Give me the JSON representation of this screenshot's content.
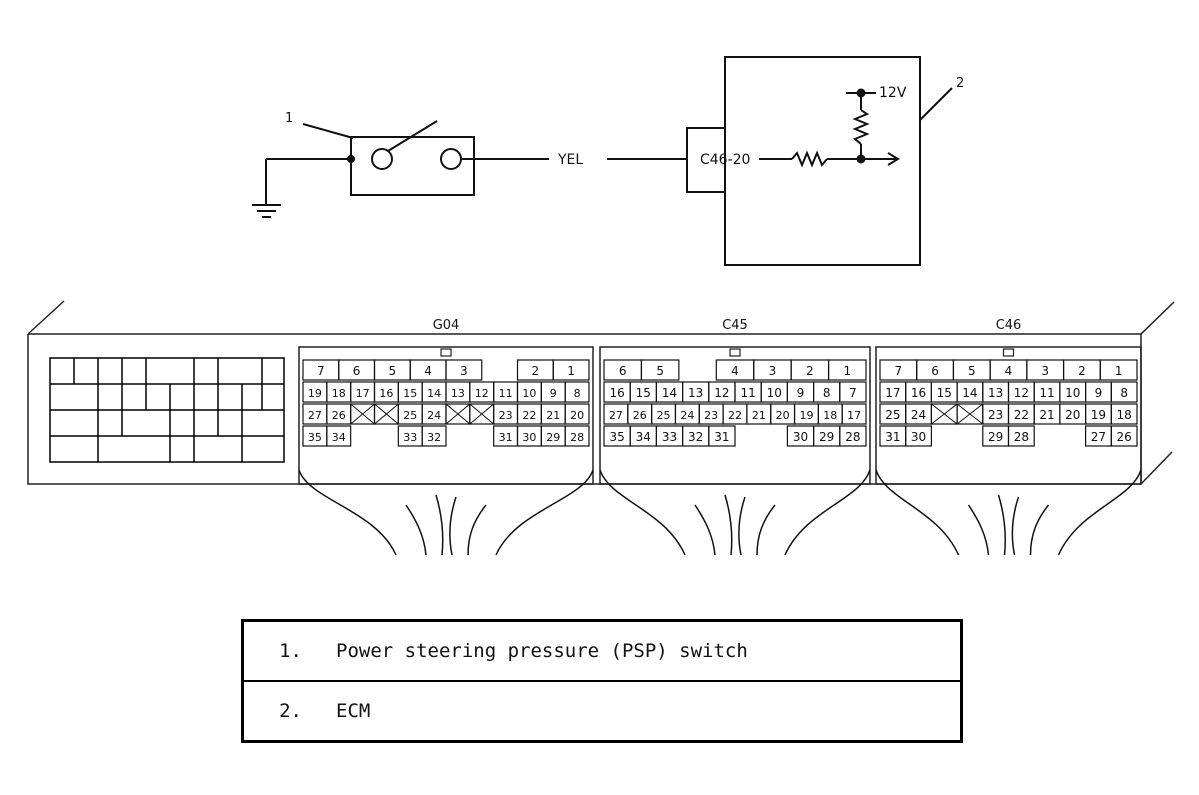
{
  "circuit": {
    "callout_switch": "1",
    "callout_ecm": "2",
    "wire_color": "YEL",
    "ecm_terminal": "C46-20",
    "supply_voltage": "12V"
  },
  "connectors": [
    {
      "name": "G04",
      "rows": [
        [
          "7",
          "6",
          "5",
          "4",
          "3",
          "",
          "2",
          "1"
        ],
        [
          "19",
          "18",
          "17",
          "16",
          "15",
          "14",
          "13",
          "12",
          "11",
          "10",
          "9",
          "8"
        ],
        [
          "27",
          "26",
          "X",
          "X",
          "25",
          "24",
          "X",
          "X",
          "23",
          "22",
          "21",
          "20"
        ],
        [
          "35",
          "34",
          "",
          "",
          "33",
          "32",
          "",
          "",
          "31",
          "30",
          "29",
          "28"
        ]
      ]
    },
    {
      "name": "C45",
      "rows": [
        [
          "6",
          "5",
          "",
          "4",
          "3",
          "2",
          "1"
        ],
        [
          "16",
          "15",
          "14",
          "13",
          "12",
          "11",
          "10",
          "9",
          "8",
          "7"
        ],
        [
          "27",
          "26",
          "25",
          "24",
          "23",
          "22",
          "21",
          "20",
          "19",
          "18",
          "17"
        ],
        [
          "35",
          "34",
          "33",
          "32",
          "31",
          "",
          "",
          "30",
          "29",
          "28"
        ]
      ]
    },
    {
      "name": "C46",
      "rows": [
        [
          "7",
          "6",
          "5",
          "4",
          "3",
          "2",
          "1"
        ],
        [
          "17",
          "16",
          "15",
          "14",
          "13",
          "12",
          "11",
          "10",
          "9",
          "8"
        ],
        [
          "25",
          "24",
          "X",
          "X",
          "23",
          "22",
          "21",
          "20",
          "19",
          "18"
        ],
        [
          "31",
          "30",
          "",
          "",
          "29",
          "28",
          "",
          "",
          "27",
          "26"
        ]
      ]
    }
  ],
  "legend": [
    {
      "num": "1.",
      "text": "Power steering pressure (PSP) switch"
    },
    {
      "num": "2.",
      "text": "ECM"
    }
  ]
}
